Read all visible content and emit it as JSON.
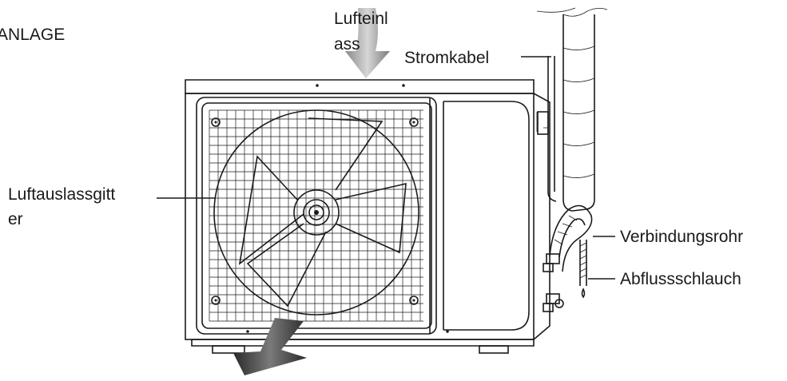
{
  "header": {
    "title_fragment": "ANLAGE"
  },
  "labels": {
    "air_inlet_line1": "Lufteinl",
    "air_inlet_line2": "ass",
    "power_cable": "Stromkabel",
    "air_outlet_grille_line1": "Luftauslassgitt",
    "air_outlet_grille_line2": "er",
    "connecting_pipe": "Verbindungsrohr",
    "drain_hose": "Abflussschlauch"
  }
}
